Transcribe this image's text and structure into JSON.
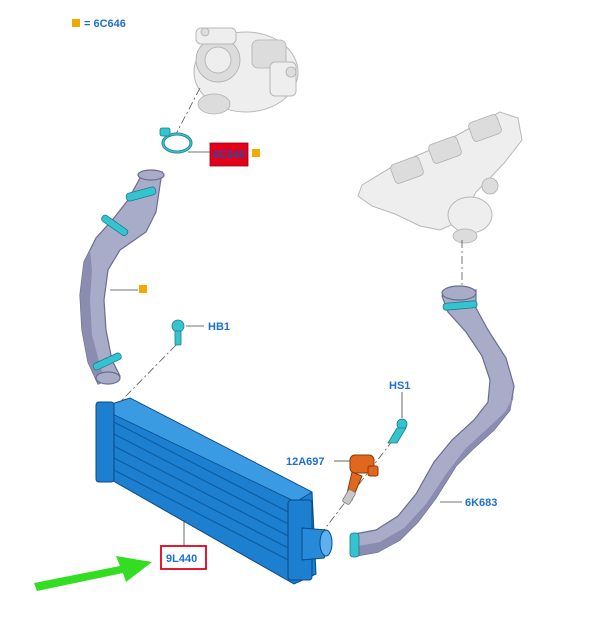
{
  "legend": {
    "text": "= 6C646",
    "color": "#f2a900"
  },
  "callouts": {
    "turbo_clamp": "6C640",
    "hb1": "HB1",
    "hs1": "HS1",
    "sensor": "12A697",
    "outlet_hose": "6K683",
    "intercooler": "9L440"
  },
  "colors": {
    "label": "#1f6fd1",
    "highlight_fill": "#e3001b",
    "box_border": "#e3001b",
    "arrow": "#33dd22",
    "marker": "#f2a900"
  }
}
